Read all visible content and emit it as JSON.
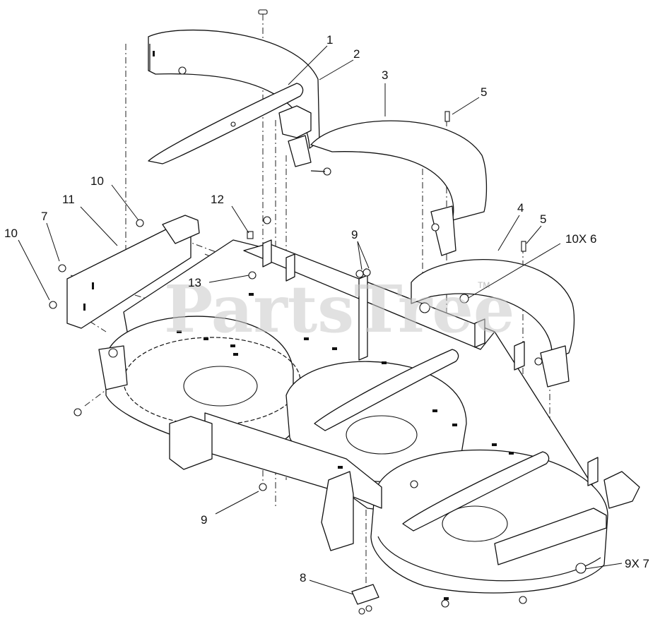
{
  "watermark": {
    "text": "PartsTree",
    "trademark": "TM"
  },
  "callouts": [
    {
      "id": "c1",
      "label": "1"
    },
    {
      "id": "c2",
      "label": "2"
    },
    {
      "id": "c3",
      "label": "3"
    },
    {
      "id": "c4",
      "label": "4"
    },
    {
      "id": "c5a",
      "label": "5"
    },
    {
      "id": "c5b",
      "label": "5"
    },
    {
      "id": "c7",
      "label": "7"
    },
    {
      "id": "c8",
      "label": "8"
    },
    {
      "id": "c9a",
      "label": "9"
    },
    {
      "id": "c9b",
      "label": "9"
    },
    {
      "id": "c9x7",
      "label": "9X 7"
    },
    {
      "id": "c10a",
      "label": "10"
    },
    {
      "id": "c10b",
      "label": "10"
    },
    {
      "id": "c10x6",
      "label": "10X 6"
    },
    {
      "id": "c11",
      "label": "11"
    },
    {
      "id": "c12",
      "label": "12"
    },
    {
      "id": "c13",
      "label": "13"
    }
  ],
  "colors": {
    "line": "#111111",
    "watermark": "#c9c9c9",
    "background": "#ffffff"
  }
}
